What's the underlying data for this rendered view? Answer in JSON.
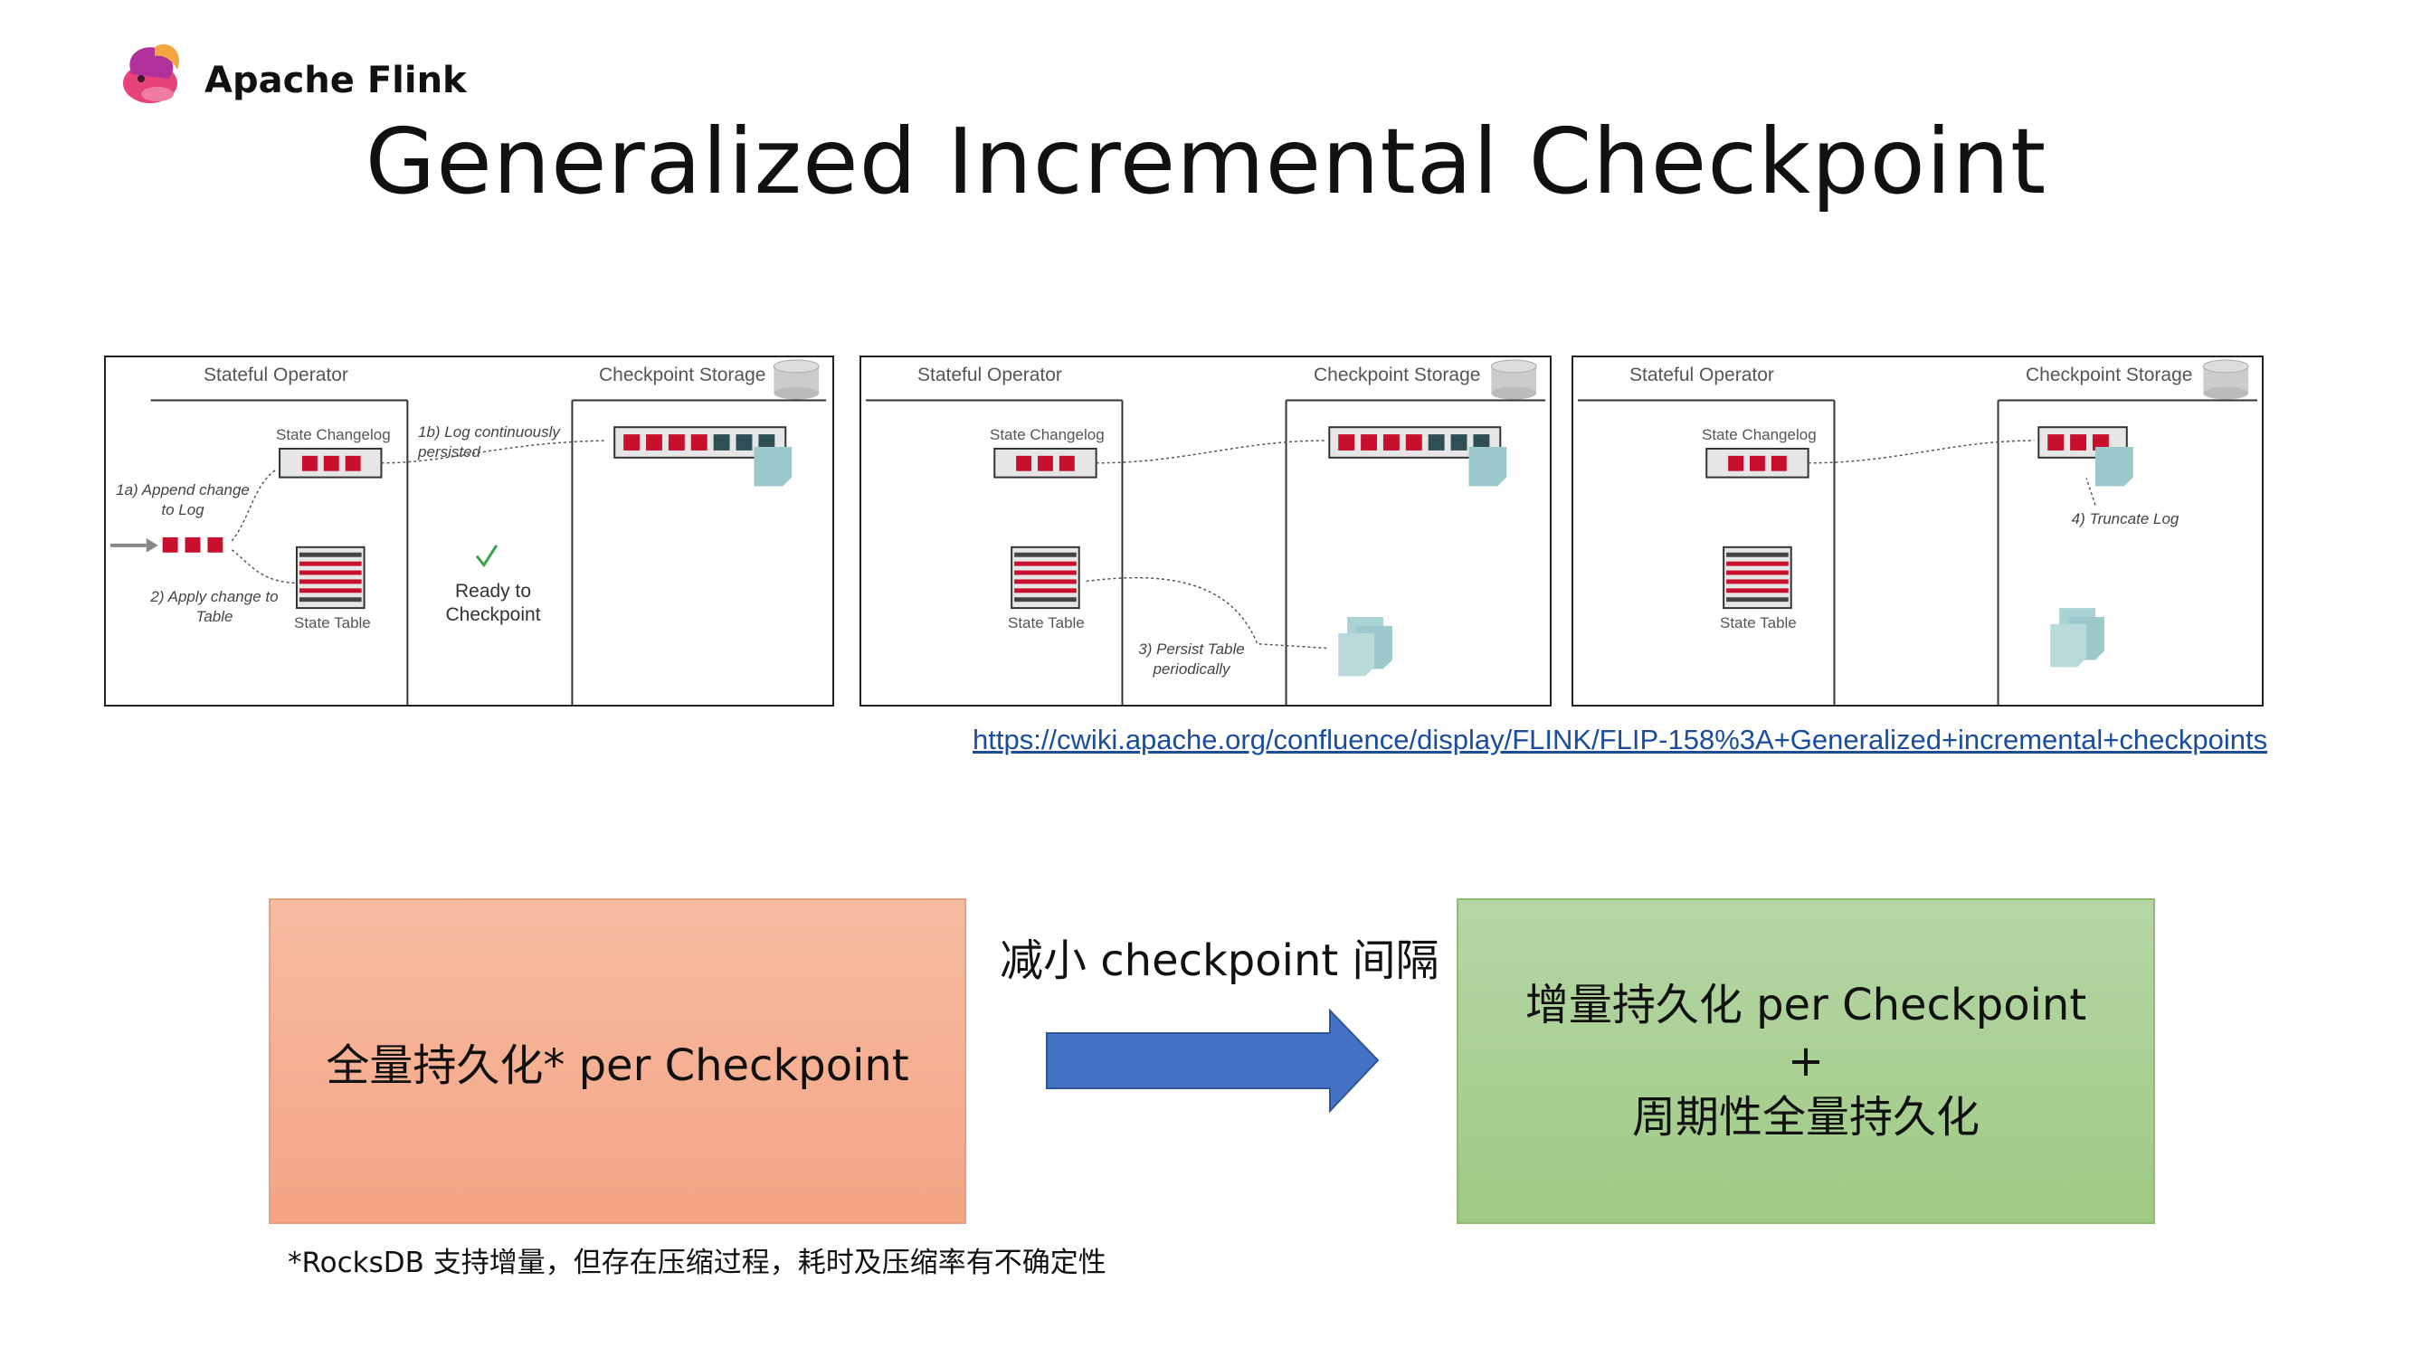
{
  "header": {
    "brand": "Apache Flink",
    "title": "Generalized Incremental Checkpoint"
  },
  "panels": [
    {
      "operator_label": "Stateful Operator",
      "storage_label": "Checkpoint Storage",
      "changelog_label": "State Changelog",
      "table_label": "State Table",
      "annotations": {
        "append": "1a) Append change to Log",
        "apply": "2) Apply change to Table",
        "persist_log": "1b) Log continuously persisted",
        "ready": "Ready to Checkpoint"
      }
    },
    {
      "operator_label": "Stateful Operator",
      "storage_label": "Checkpoint Storage",
      "changelog_label": "State Changelog",
      "table_label": "State Table",
      "annotations": {
        "persist_table": "3) Persist Table periodically"
      }
    },
    {
      "operator_label": "Stateful Operator",
      "storage_label": "Checkpoint Storage",
      "changelog_label": "State Changelog",
      "table_label": "State Table",
      "annotations": {
        "truncate": "4) Truncate Log"
      }
    }
  ],
  "link": "https://cwiki.apache.org/confluence/display/FLINK/FLIP-158%3A+Generalized+incremental+checkpoints",
  "comparison": {
    "left_box": "全量持久化* per Checkpoint",
    "arrow_label": "减小 checkpoint 间隔",
    "right_box_line1": "增量持久化 per Checkpoint",
    "right_box_line2": "+",
    "right_box_line3": "周期性全量持久化"
  },
  "footnote": "*RocksDB 支持增量，但存在压缩过程，耗时及压缩率有不确定性",
  "colors": {
    "red_block": "#c8102e",
    "dark_block": "#2f4f56",
    "doc_teal": "#9cc9cc",
    "left_box": "#f4a585",
    "right_box": "#9fca84",
    "arrow": "#4472c4",
    "link": "#1a4d9e"
  },
  "icons": [
    "flink-squirrel-logo",
    "database-icon",
    "checkmark-icon",
    "document-icon"
  ]
}
